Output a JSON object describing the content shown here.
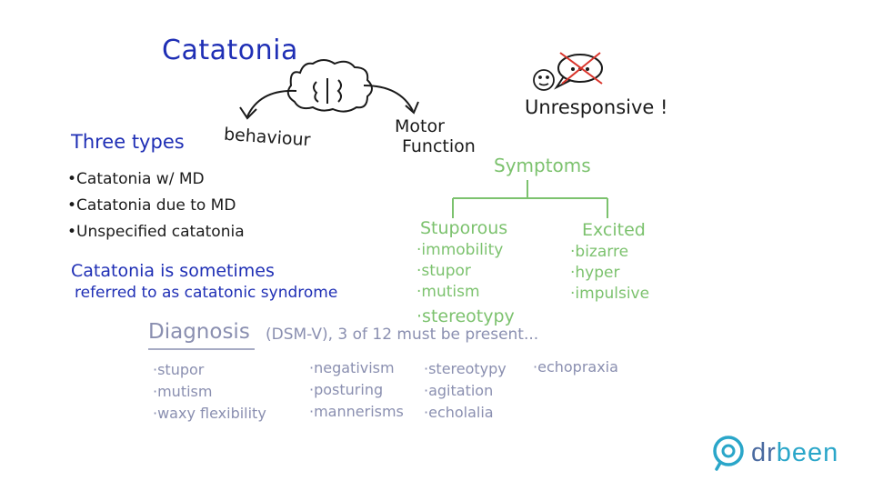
{
  "title": "Catatonia",
  "branches": {
    "left": "behaviour",
    "right_line1": "Motor",
    "right_line2": "Function"
  },
  "unresponsive": "Unresponsive !",
  "three_types": {
    "heading": "Three types",
    "items": [
      "Catatonia w/ MD",
      "Catatonia due to MD",
      "Unspecified catatonia"
    ]
  },
  "note": {
    "line1": "Catatonia is sometimes",
    "line2": "referred to as catatonic syndrome"
  },
  "symptoms": {
    "heading": "Symptoms",
    "stuporous": {
      "heading": "Stuporous",
      "items": [
        "immobility",
        "stupor",
        "mutism",
        "stereotypy"
      ]
    },
    "excited": {
      "heading": "Excited",
      "items": [
        "bizarre",
        "hyper",
        "impulsive"
      ]
    }
  },
  "diagnosis": {
    "heading": "Diagnosis",
    "subtitle": "(DSM-V), 3 of 12 must be present...",
    "col1": [
      "stupor",
      "mutism",
      "waxy flexibility"
    ],
    "col2": [
      "negativism",
      "posturing",
      "mannerisms"
    ],
    "col3": [
      "stereotypy",
      "agitation",
      "echolalia"
    ],
    "col4": [
      "echopraxia"
    ]
  },
  "logo": {
    "dr": "dr",
    "been": "been"
  },
  "colors": {
    "blue": "#1f2fb5",
    "black": "#1a1a1a",
    "green": "#7cc26e",
    "gray": "#8a8fb0",
    "red": "#d9342b",
    "logo_dr": "#4a6aa0",
    "logo_been": "#2aa6c9"
  }
}
